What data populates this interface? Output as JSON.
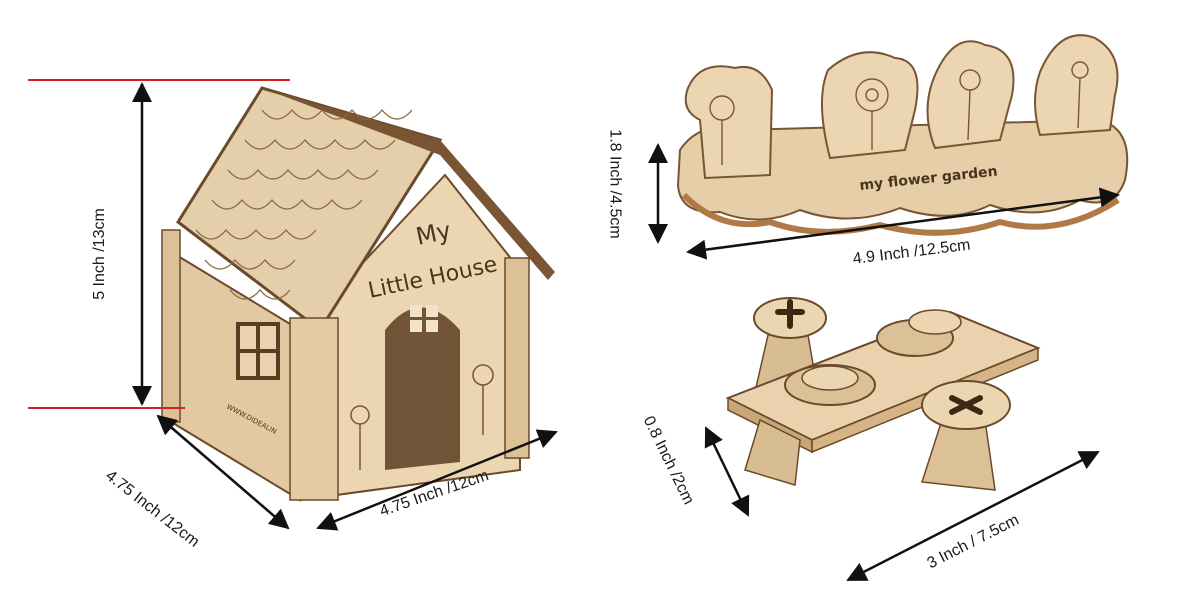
{
  "house": {
    "title_line1": "My",
    "title_line2": "Little House",
    "brand": "WWW.DIDEALIN",
    "dim_height": "5 Inch /13cm",
    "dim_depth": "4.75 Inch /12cm",
    "dim_width": "4.75 Inch /12cm"
  },
  "garden": {
    "label": "my flower garden",
    "dim_height": "1.8 Inch /4.5cm",
    "dim_width": "4.9 Inch /12.5cm"
  },
  "table_set": {
    "dim_height": "0.8 Inch /2cm",
    "dim_width": "3 Inch / 7.5cm"
  },
  "colors": {
    "wood": "#e9d2ad",
    "wood_dark": "#d7b98d",
    "edge": "#6b4a2b",
    "guide_line": "#d42020",
    "arrow": "#111111"
  }
}
